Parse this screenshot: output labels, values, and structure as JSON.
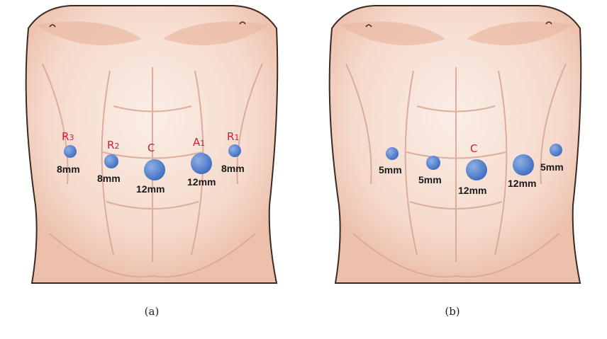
{
  "colors": {
    "skin": "#f6dccf",
    "skin_shadow": "#eab9a3",
    "outline": "#3a2a22",
    "muscle_line": "#d9a894",
    "port": "#4a78c9",
    "port_highlight": "#8fb0e6",
    "label_red": "#c81e3c"
  },
  "panel_a": {
    "caption": "(a)",
    "ports": [
      {
        "label": "R",
        "subscript": "3",
        "size": "8mm"
      },
      {
        "label": "R",
        "subscript": "2",
        "size": "8mm"
      },
      {
        "label": "C",
        "subscript": "",
        "size": "12mm"
      },
      {
        "label": "A",
        "subscript": "1",
        "size": "12mm"
      },
      {
        "label": "R",
        "subscript": "1",
        "size": "8mm"
      }
    ]
  },
  "panel_b": {
    "caption": "(b)",
    "ports": [
      {
        "label": "",
        "size": "5mm"
      },
      {
        "label": "",
        "size": "5mm"
      },
      {
        "label": "C",
        "size": "12mm"
      },
      {
        "label": "",
        "size": "12mm"
      },
      {
        "label": "",
        "size": "5mm"
      }
    ]
  }
}
